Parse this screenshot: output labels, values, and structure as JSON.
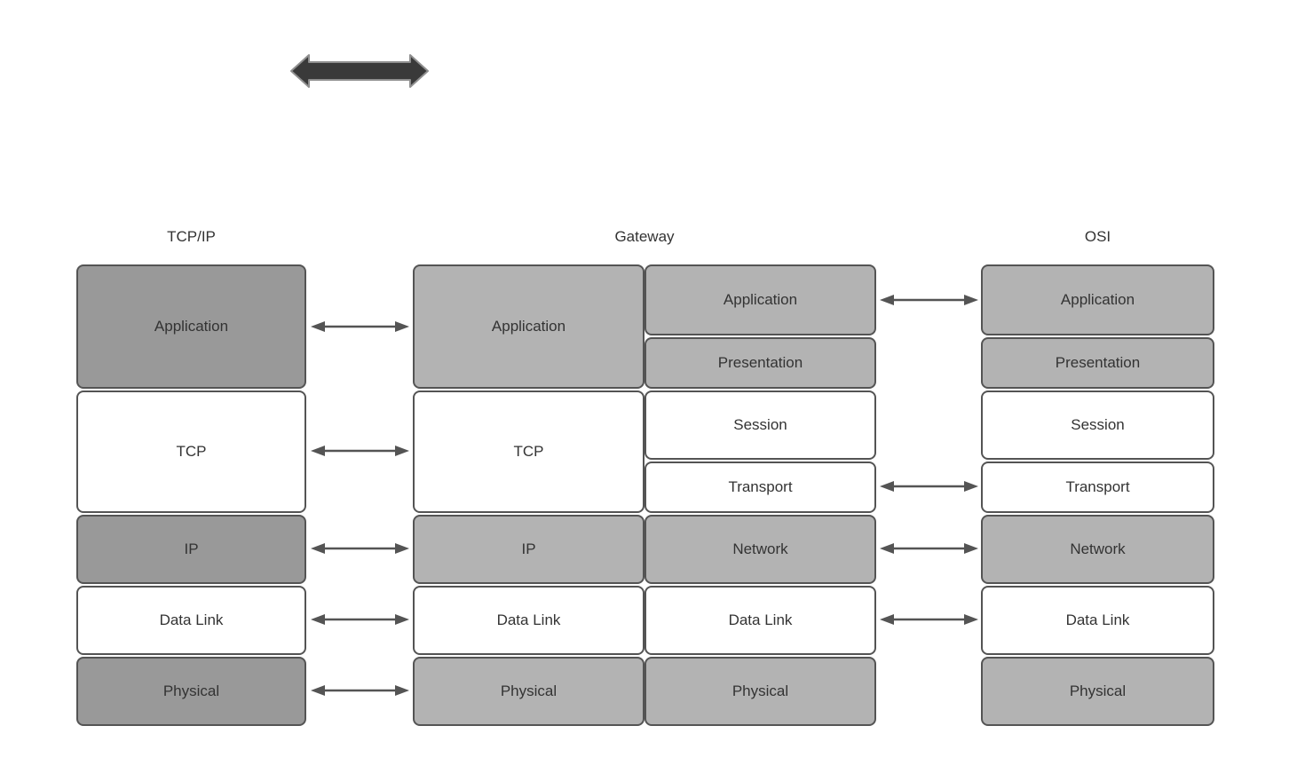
{
  "colors": {
    "background": "#ffffff",
    "box_dark_gray": "#999999",
    "box_light_gray": "#b3b3b3",
    "box_white": "#ffffff",
    "box_border": "#545454",
    "text": "#333333",
    "arrow": "#545454",
    "big_arrow_fill": "#3a3a3a",
    "big_arrow_stroke": "#8f8f8f"
  },
  "headers": {
    "tcpip": "TCP/IP",
    "gateway": "Gateway",
    "osi": "OSI"
  },
  "columns": {
    "tcpip": {
      "layers": [
        "Application",
        "TCP",
        "IP",
        "Data Link",
        "Physical"
      ]
    },
    "gateway_left": {
      "layers": [
        "Application",
        "TCP",
        "IP",
        "Data Link",
        "Physical"
      ]
    },
    "gateway_right": {
      "layers": [
        "Application",
        "Presentation",
        "Session",
        "Transport",
        "Network",
        "Data Link",
        "Physical"
      ]
    },
    "osi": {
      "layers": [
        "Application",
        "Presentation",
        "Session",
        "Transport",
        "Network",
        "Data Link",
        "Physical"
      ]
    }
  }
}
